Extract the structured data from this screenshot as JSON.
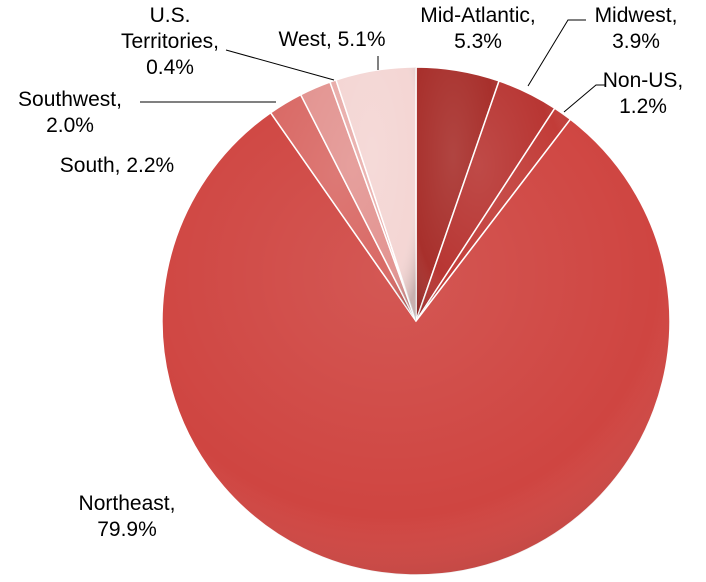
{
  "chart_data": {
    "type": "pie",
    "title": "",
    "legend": "none",
    "start_angle_deg": 0,
    "direction": "clockwise",
    "slices": [
      {
        "label": "Mid-Atlantic",
        "value": 5.3,
        "value_text": "5.3%",
        "color": "#a8302c"
      },
      {
        "label": "Midwest",
        "value": 3.9,
        "value_text": "3.9%",
        "color": "#b83633"
      },
      {
        "label": "Non-US",
        "value": 1.2,
        "value_text": "1.2%",
        "color": "#c23c38"
      },
      {
        "label": "Northeast",
        "value": 79.9,
        "value_text": "79.9%",
        "color": "#cf4541"
      },
      {
        "label": "South",
        "value": 2.2,
        "value_text": "2.2%",
        "color": "#d96a66"
      },
      {
        "label": "Southwest",
        "value": 2.0,
        "value_text": "2.0%",
        "color": "#e39592"
      },
      {
        "label": "U.S. Territories",
        "value": 0.4,
        "value_text": "0.4%",
        "color": "#e9aeab"
      },
      {
        "label": "West",
        "value": 5.1,
        "value_text": "5.1%",
        "color": "#f4d6d4"
      }
    ]
  }
}
